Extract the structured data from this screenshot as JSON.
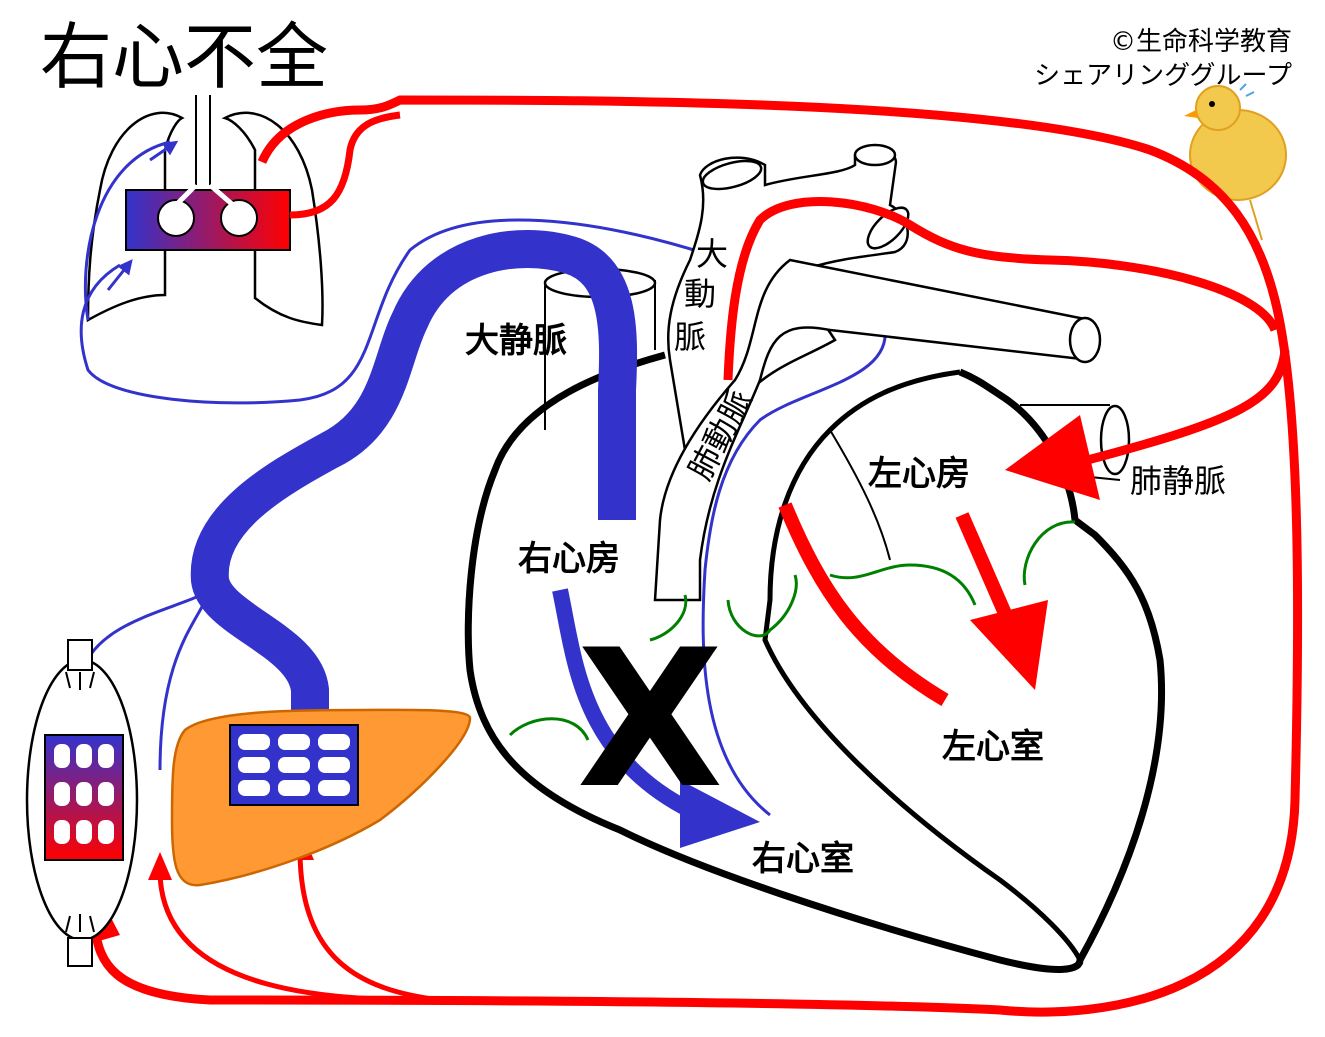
{
  "title": "右心不全",
  "copyright": {
    "line1": "©生命科学教育",
    "line2": "シェアリンググループ"
  },
  "labels": {
    "aorta": [
      "大",
      "動",
      "脈"
    ],
    "vena_cava": "大静脈",
    "pulmonary_artery": "肺動脈",
    "left_atrium": "左心房",
    "pulmonary_vein": "肺静脈",
    "right_atrium": "右心房",
    "left_ventricle": "左心室",
    "right_ventricle": "右心室",
    "failure_mark": "X"
  },
  "colors": {
    "arterial": "#ff0000",
    "venous": "#3333cc",
    "outline": "#000000",
    "valve": "#008000",
    "liver": "#ff9933",
    "chick": "#f2c94c"
  },
  "icons": [
    "lungs-icon",
    "liver-icon",
    "limb-icon",
    "chick-icon"
  ]
}
